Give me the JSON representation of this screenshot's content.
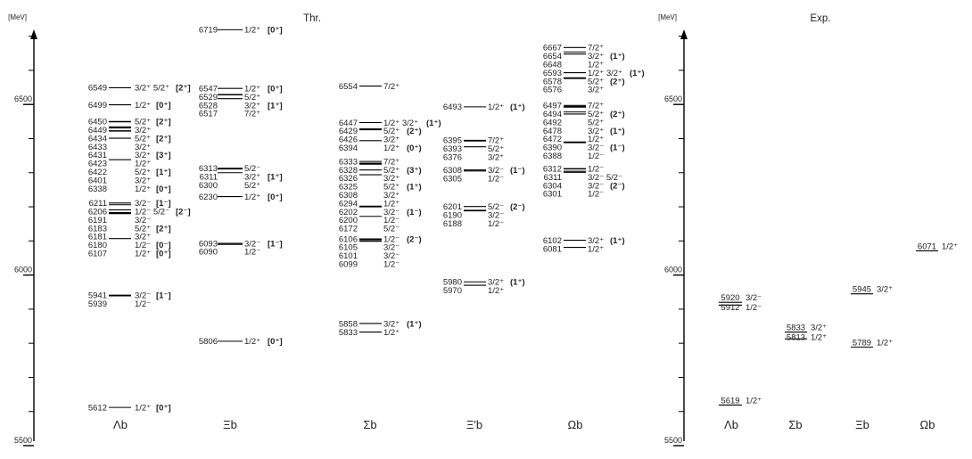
{
  "chart_data": [
    {
      "type": "level-diagram",
      "title": "Thr.",
      "unit_label": "[MeV]",
      "yticks": [
        5500,
        6000,
        6500
      ],
      "ylim": [
        5500,
        6720
      ],
      "columns": [
        {
          "name": "Λ_b",
          "label": "Λb",
          "levels": [
            {
              "mass": 6549,
              "jp": "3/2⁺ 5/2⁺",
              "tag": "[2⁺]"
            },
            {
              "mass": 6499,
              "jp": "1/2⁺",
              "tag": "[0⁺]"
            },
            {
              "mass": 6450,
              "jp": "5/2⁺",
              "tag": "[2⁺]"
            },
            {
              "mass": 6449,
              "jp": "3/2⁺"
            },
            {
              "mass": 6434,
              "jp": "5/2⁺",
              "tag": "[2⁺]"
            },
            {
              "mass": 6433,
              "jp": "3/2⁺"
            },
            {
              "mass": 6431,
              "jp": "3/2⁺",
              "tag": "[3⁺]"
            },
            {
              "mass": 6423,
              "jp": "1/2⁺"
            },
            {
              "mass": 6422,
              "jp": "5/2⁺",
              "tag": "[1⁺]"
            },
            {
              "mass": 6401,
              "jp": "3/2⁺"
            },
            {
              "mass": 6338,
              "jp": "1/2⁺",
              "tag": "[0⁺]"
            },
            {
              "mass": 6211,
              "jp": "3/2⁻",
              "tag": "[1⁻]"
            },
            {
              "mass": 6206,
              "jp": "1/2⁻ 5/2⁻",
              "tag": "[2⁻]"
            },
            {
              "mass": 6191,
              "jp": "3/2⁻"
            },
            {
              "mass": 6183,
              "jp": "5/2⁺",
              "tag": "[2⁺]"
            },
            {
              "mass": 6181,
              "jp": "3/2⁺"
            },
            {
              "mass": 6180,
              "jp": "1/2⁻",
              "tag": "[0⁻]"
            },
            {
              "mass": 6107,
              "jp": "1/2⁺",
              "tag": "[0⁺]"
            },
            {
              "mass": 5941,
              "jp": "3/2⁻",
              "tag": "[1⁻]"
            },
            {
              "mass": 5939,
              "jp": "1/2⁻"
            },
            {
              "mass": 5612,
              "jp": "1/2⁺",
              "tag": "[0⁺]"
            }
          ]
        },
        {
          "name": "Ξ_b",
          "label": "Ξb",
          "levels": [
            {
              "mass": 6719,
              "jp": "1/2⁺",
              "tag": "[0⁺]"
            },
            {
              "mass": 6547,
              "jp": "1/2⁺",
              "tag": "[0⁺]"
            },
            {
              "mass": 6529,
              "jp": "5/2⁺"
            },
            {
              "mass": 6528,
              "jp": "3/2⁺",
              "tag": "[1⁺]"
            },
            {
              "mass": 6517,
              "jp": "7/2⁺"
            },
            {
              "mass": 6313,
              "jp": "5/2⁻"
            },
            {
              "mass": 6311,
              "jp": "3/2⁺",
              "tag": "[1⁺]"
            },
            {
              "mass": 6300,
              "jp": "5/2⁺"
            },
            {
              "mass": 6230,
              "jp": "1/2⁺",
              "tag": "[0⁺]"
            },
            {
              "mass": 6093,
              "jp": "3/2⁻",
              "tag": "[1⁻]"
            },
            {
              "mass": 6090,
              "jp": "1/2⁻"
            },
            {
              "mass": 5806,
              "jp": "1/2⁺",
              "tag": "[0⁺]"
            }
          ]
        },
        {
          "name": "Σ_b",
          "label": "Σb",
          "levels": [
            {
              "mass": 6554,
              "jp": "7/2⁺"
            },
            {
              "mass": 6447,
              "jp": "1/2⁺ 3/2⁺",
              "tag": "(1⁺)"
            },
            {
              "mass": 6429,
              "jp": "5/2⁺",
              "tag": "(2⁺)"
            },
            {
              "mass": 6426,
              "jp": "3/2⁺"
            },
            {
              "mass": 6394,
              "jp": "1/2⁺",
              "tag": "(0⁺)"
            },
            {
              "mass": 6333,
              "jp": "7/2⁺"
            },
            {
              "mass": 6328,
              "jp": "5/2⁺",
              "tag": "(3⁺)"
            },
            {
              "mass": 6326,
              "jp": "3/2⁺"
            },
            {
              "mass": 6325,
              "jp": "5/2⁺",
              "tag": "(1⁺)"
            },
            {
              "mass": 6308,
              "jp": "3/2⁺"
            },
            {
              "mass": 6294,
              "jp": "1/2⁺"
            },
            {
              "mass": 6202,
              "jp": "3/2⁻",
              "tag": "(1⁻)"
            },
            {
              "mass": 6200,
              "jp": "1/2⁻"
            },
            {
              "mass": 6172,
              "jp": "5/2⁻"
            },
            {
              "mass": 6106,
              "jp": "1/2⁻",
              "tag": "(2⁻)"
            },
            {
              "mass": 6105,
              "jp": "3/2⁻"
            },
            {
              "mass": 6101,
              "jp": "3/2⁻"
            },
            {
              "mass": 6099,
              "jp": "1/2⁻"
            },
            {
              "mass": 5858,
              "jp": "3/2⁺",
              "tag": "(1⁺)"
            },
            {
              "mass": 5833,
              "jp": "1/2⁺"
            }
          ]
        },
        {
          "name": "Ξ′_b",
          "label": "Ξ′b",
          "levels": [
            {
              "mass": 6493,
              "jp": "1/2⁺",
              "tag": "(1⁺)"
            },
            {
              "mass": 6395,
              "jp": "7/2⁺"
            },
            {
              "mass": 6393,
              "jp": "5/2⁺"
            },
            {
              "mass": 6376,
              "jp": "3/2⁺"
            },
            {
              "mass": 6308,
              "jp": "3/2⁻",
              "tag": "(1⁻)"
            },
            {
              "mass": 6305,
              "jp": "1/2⁻"
            },
            {
              "mass": 6201,
              "jp": "5/2⁻",
              "tag": "(2⁻)"
            },
            {
              "mass": 6190,
              "jp": "3/2⁻"
            },
            {
              "mass": 6188,
              "jp": "1/2⁻"
            },
            {
              "mass": 5980,
              "jp": "3/2⁺",
              "tag": "(1⁺)"
            },
            {
              "mass": 5970,
              "jp": "1/2⁺"
            }
          ]
        },
        {
          "name": "Ω_b",
          "label": "Ωb",
          "levels": [
            {
              "mass": 6667,
              "jp": "7/2⁺"
            },
            {
              "mass": 6654,
              "jp": "3/2⁺",
              "tag": "(1⁺)"
            },
            {
              "mass": 6648,
              "jp": "1/2⁺"
            },
            {
              "mass": 6593,
              "jp": "1/2⁺ 3/2⁺",
              "tag": "(1⁺)"
            },
            {
              "mass": 6578,
              "jp": "5/2⁺",
              "tag": "(2⁺)"
            },
            {
              "mass": 6576,
              "jp": "3/2⁺"
            },
            {
              "mass": 6497,
              "jp": "7/2⁺"
            },
            {
              "mass": 6494,
              "jp": "5/2⁺",
              "tag": "(2⁺)"
            },
            {
              "mass": 6492,
              "jp": "5/2⁺"
            },
            {
              "mass": 6478,
              "jp": "3/2⁺",
              "tag": "(1⁺)"
            },
            {
              "mass": 6472,
              "jp": "1/2⁺"
            },
            {
              "mass": 6390,
              "jp": "3/2⁻",
              "tag": "(1⁻)"
            },
            {
              "mass": 6388,
              "jp": "1/2⁻"
            },
            {
              "mass": 6312,
              "jp": "1/2⁻"
            },
            {
              "mass": 6311,
              "jp": "3/2⁻ 5/2⁻"
            },
            {
              "mass": 6304,
              "jp": "3/2⁻",
              "tag": "(2⁻)"
            },
            {
              "mass": 6301,
              "jp": "1/2⁻"
            },
            {
              "mass": 6102,
              "jp": "3/2⁺",
              "tag": "(1⁺)"
            },
            {
              "mass": 6081,
              "jp": "1/2⁺"
            }
          ]
        }
      ]
    },
    {
      "type": "level-diagram",
      "title": "Exp.",
      "unit_label": "[MeV]",
      "yticks": [
        5500,
        6000,
        6500
      ],
      "ylim": [
        5500,
        6720
      ],
      "columns": [
        {
          "name": "Λ_b",
          "label": "Λb",
          "levels": [
            {
              "mass": 5920,
              "jp": "3/2⁻"
            },
            {
              "mass": 5912,
              "jp": "1/2⁻"
            },
            {
              "mass": 5619,
              "jp": "1/2⁺"
            }
          ]
        },
        {
          "name": "Σ_b",
          "label": "Σb",
          "levels": [
            {
              "mass": 5833,
              "jp": "3/2⁺"
            },
            {
              "mass": 5813,
              "jp": "1/2⁺"
            }
          ]
        },
        {
          "name": "Ξ_b",
          "label": "Ξb",
          "levels": [
            {
              "mass": 5945,
              "jp": "3/2⁺"
            },
            {
              "mass": 5789,
              "jp": "1/2⁺"
            }
          ]
        },
        {
          "name": "Ω_b",
          "label": "Ωb",
          "levels": [
            {
              "mass": 6071,
              "jp": "1/2⁺"
            }
          ]
        }
      ]
    }
  ]
}
